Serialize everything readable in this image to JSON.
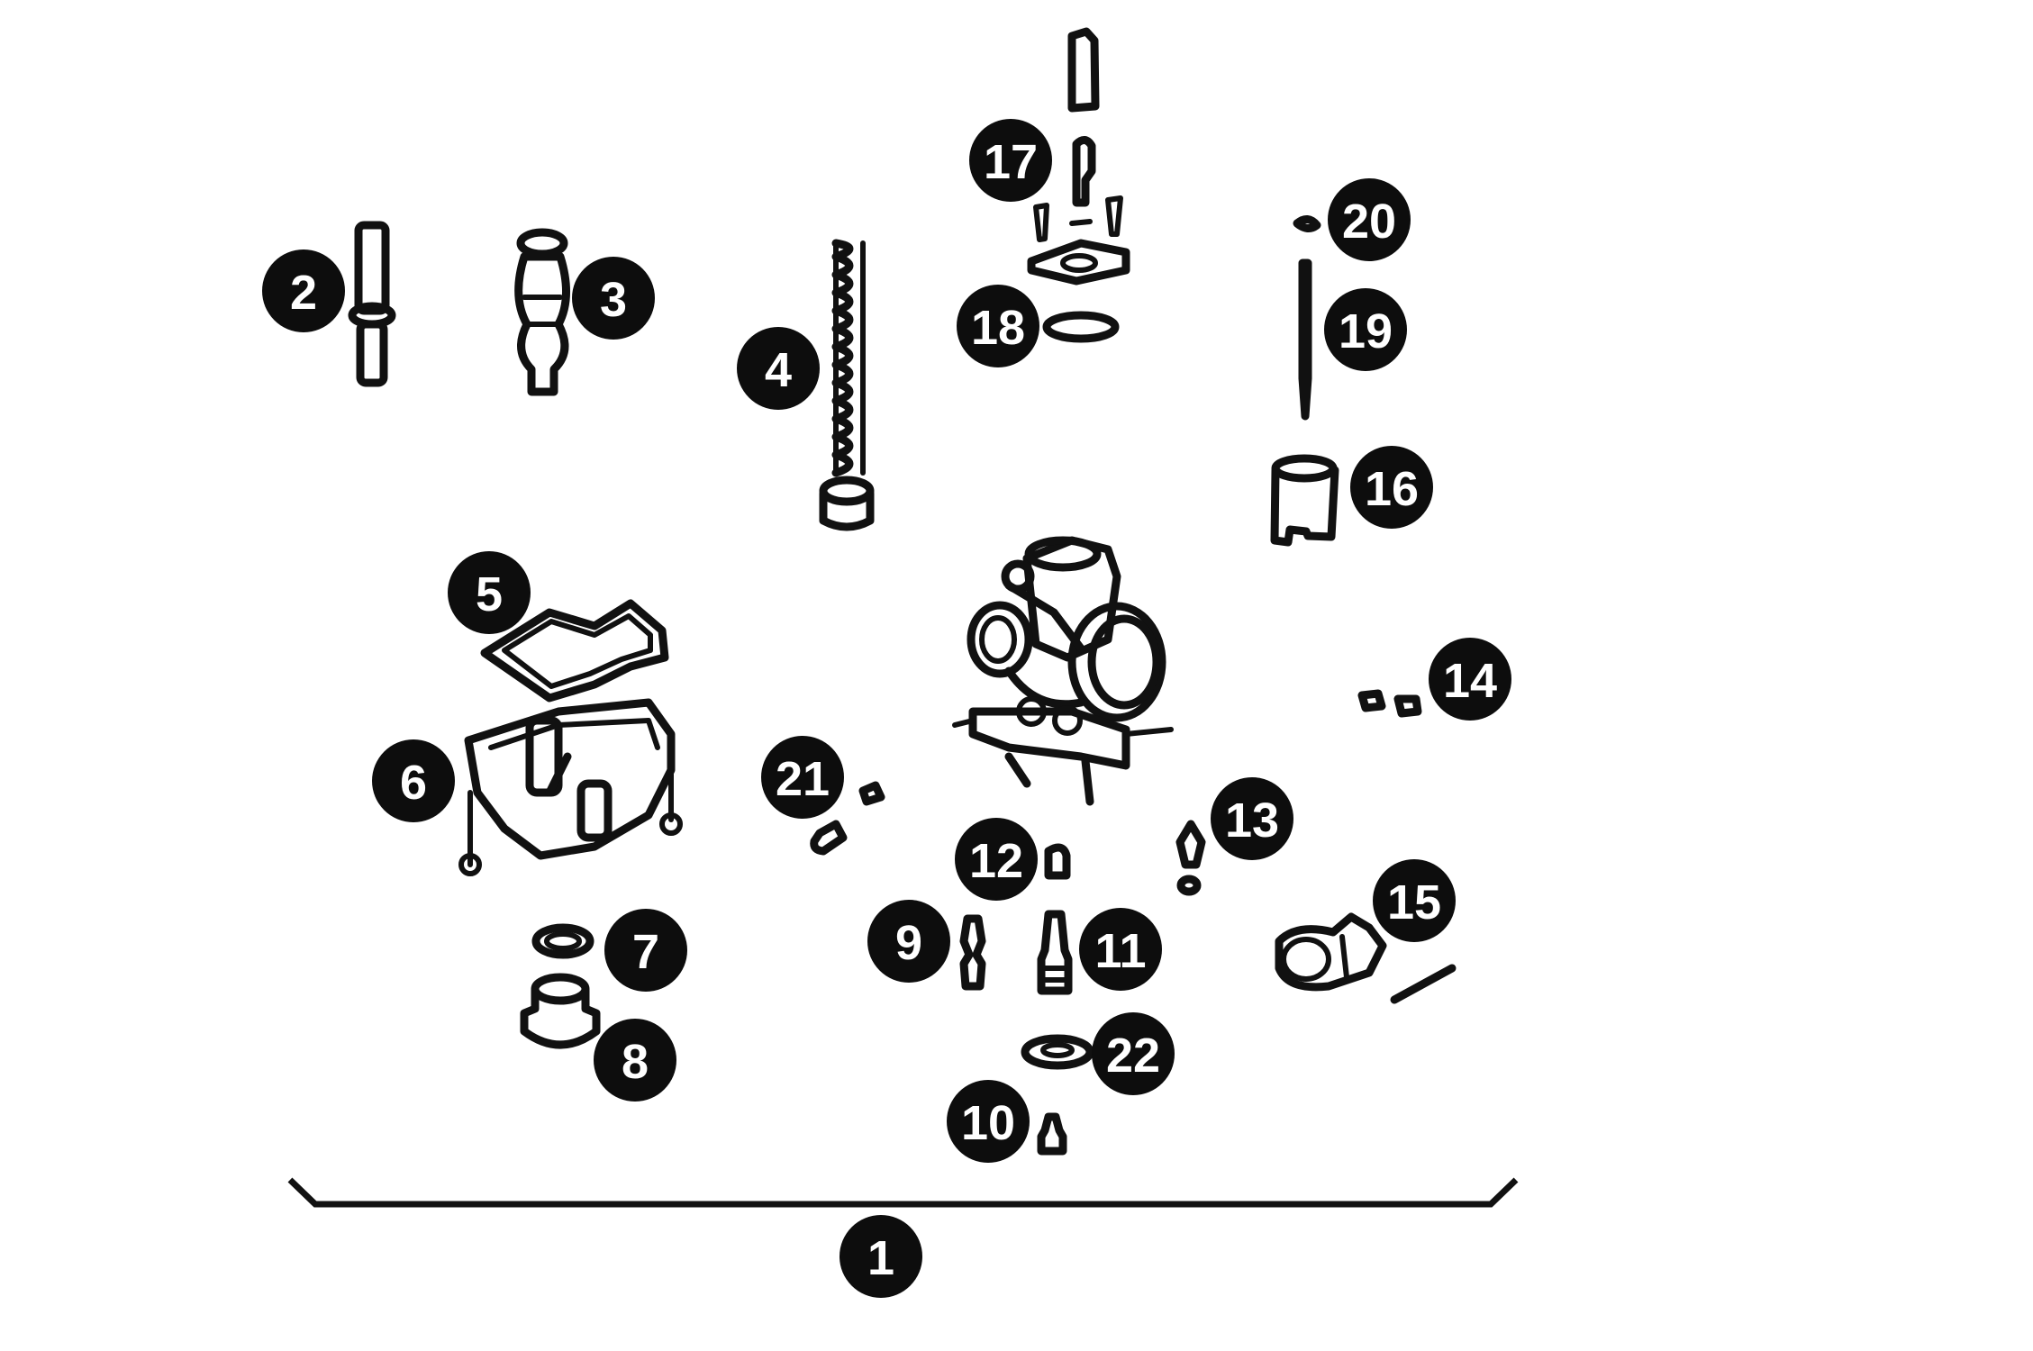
{
  "callouts": [
    {
      "id": "1",
      "label": "1"
    },
    {
      "id": "2",
      "label": "2"
    },
    {
      "id": "3",
      "label": "3"
    },
    {
      "id": "4",
      "label": "4"
    },
    {
      "id": "5",
      "label": "5"
    },
    {
      "id": "6",
      "label": "6"
    },
    {
      "id": "7",
      "label": "7"
    },
    {
      "id": "8",
      "label": "8"
    },
    {
      "id": "9",
      "label": "9"
    },
    {
      "id": "10",
      "label": "10"
    },
    {
      "id": "11",
      "label": "11"
    },
    {
      "id": "12",
      "label": "12"
    },
    {
      "id": "13",
      "label": "13"
    },
    {
      "id": "14",
      "label": "14"
    },
    {
      "id": "15",
      "label": "15"
    },
    {
      "id": "16",
      "label": "16"
    },
    {
      "id": "17",
      "label": "17"
    },
    {
      "id": "18",
      "label": "18"
    },
    {
      "id": "19",
      "label": "19"
    },
    {
      "id": "20",
      "label": "20"
    },
    {
      "id": "21",
      "label": "21"
    },
    {
      "id": "22",
      "label": "22"
    }
  ],
  "colors": {
    "ink": "#111111",
    "background": "#ffffff",
    "callout_text": "#ffffff"
  }
}
